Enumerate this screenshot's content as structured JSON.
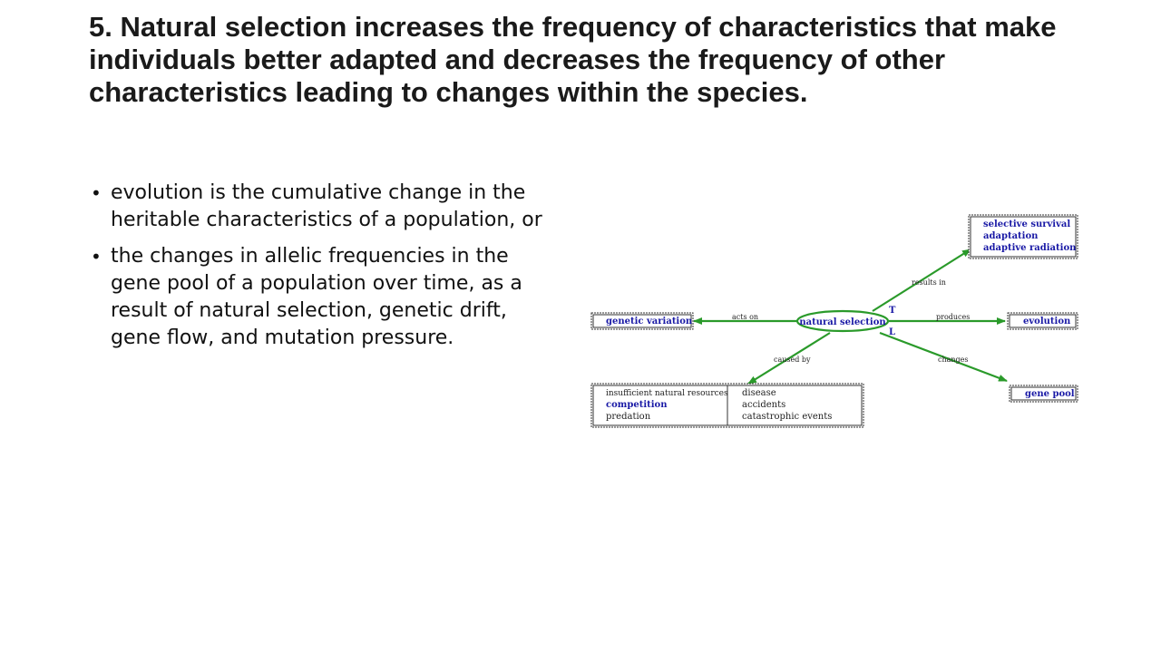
{
  "slide": {
    "title": "5. Natural selection increases the frequency of characteristics that make individuals better adapted and decreases the frequency of other characteristics leading to changes within the species.",
    "bullets": [
      {
        "marker": "•",
        "text": "evolution is the cumulative change in the heritable characteristics of a population, or"
      },
      {
        "marker": "•",
        "text": "the changes in allelic frequencies in the gene pool of a population over time, as a result of natural selection, genetic drift, gene flow, and mutation pressure."
      }
    ]
  },
  "concept_map": {
    "center": "natural selection",
    "tl_marks": [
      "T",
      "L"
    ],
    "nodes": {
      "genetic_variation": "genetic variation",
      "evolution": "evolution",
      "gene_pool": "gene pool",
      "results_box": [
        "selective survival",
        "adaptation",
        "adaptive radiation"
      ],
      "causes_left": [
        {
          "text": "insufficient natural resources",
          "bold": false
        },
        {
          "text": "competition",
          "bold": true
        },
        {
          "text": "predation",
          "bold": false
        }
      ],
      "causes_right": [
        "disease",
        "accidents",
        "catastrophic events"
      ]
    },
    "links": {
      "acts_on": "acts on",
      "results_in": "results in",
      "produces": "produces",
      "caused_by": "caused by",
      "changes": "changes"
    },
    "colors": {
      "arrow": "#2a9a2a",
      "node_text": "#1a1aa6",
      "center_fill": "#ffffff"
    }
  }
}
